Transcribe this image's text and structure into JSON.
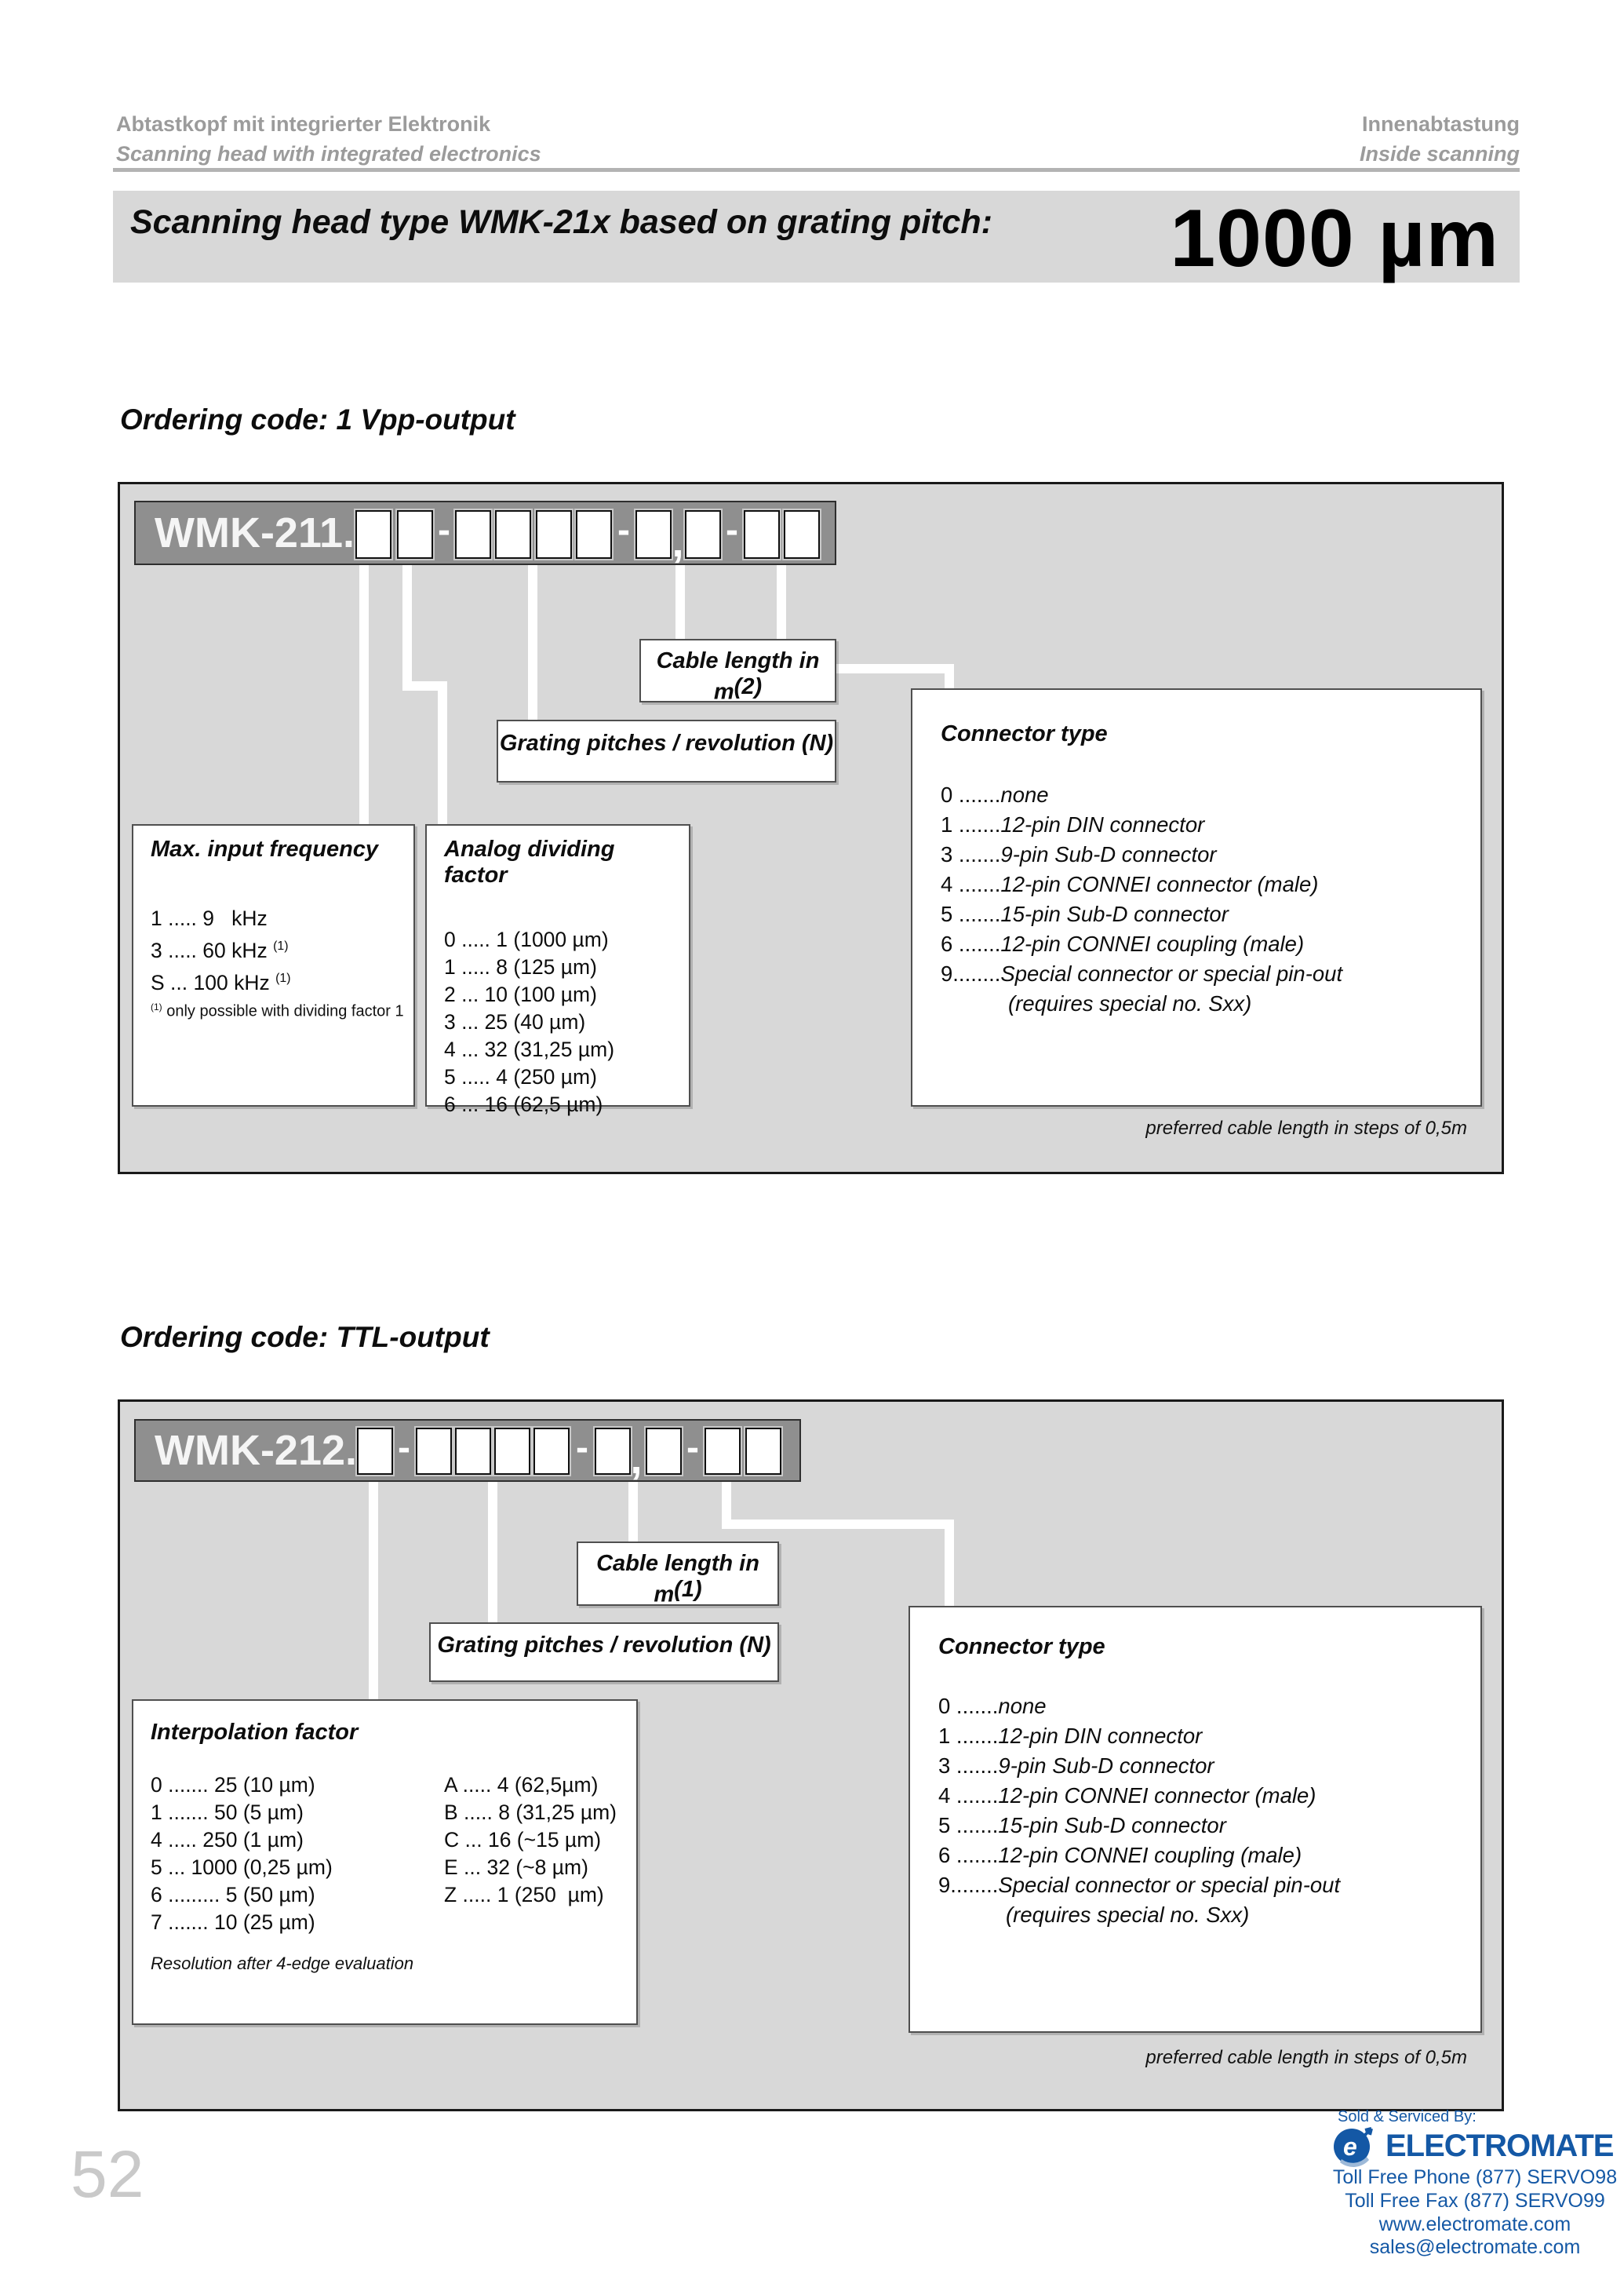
{
  "header": {
    "title_de": "Abtastkopf mit integrierter Elektronik",
    "title_en": "Scanning head with integrated electronics",
    "right_de": "Innenabtastung",
    "right_en": "Inside scanning"
  },
  "banner": {
    "label": "Scanning head type WMK-21x based on grating pitch:",
    "pitch": "1000 µm"
  },
  "vpp_section": {
    "heading": "Ordering code: 1 Vpp-output",
    "code_prefix": "WMK-211.",
    "separators": {
      "dash": "-",
      "comma": ","
    },
    "cable_label": {
      "text": "Cable length in m",
      "sup": "(2)"
    },
    "grating_label": "Grating pitches / revolution (N)",
    "connector": {
      "title": "Connector type",
      "options": [
        {
          "code": "0 .......",
          "label": "none",
          "label2": ""
        },
        {
          "code": "1 .......",
          "label": "12-pin DIN connector",
          "label2": ""
        },
        {
          "code": "3 .......",
          "label": "9-pin Sub-D connector",
          "label2": ""
        },
        {
          "code": "4 .......",
          "label": "12-pin CONNEI connector (male)",
          "label2": ""
        },
        {
          "code": "5 .......",
          "label": "15-pin Sub-D connector",
          "label2": ""
        },
        {
          "code": "6 .......",
          "label": "12-pin CONNEI coupling (male)",
          "label2": ""
        },
        {
          "code": "9........",
          "label": "Special connector or special pin-out",
          "label2": "(requires special no. Sxx)"
        }
      ]
    },
    "max_freq": {
      "title": "Max. input frequency",
      "options": [
        {
          "pre": "1 ..... 9   kHz",
          "sup": ""
        },
        {
          "pre": "3 ..... 60 kHz ",
          "sup": "(1)"
        },
        {
          "pre": "S ... 100 kHz ",
          "sup": "(1)"
        }
      ],
      "footnote_sup": "(1)",
      "footnote": " only possible with dividing factor 1"
    },
    "dividing": {
      "title": "Analog dividing factor",
      "options": [
        "0 ..... 1 (1000 µm)",
        "1 ..... 8 (125 µm)",
        "2 ... 10 (100 µm)",
        "3 ... 25 (40 µm)",
        "4 ... 32 (31,25 µm)",
        "5 ..... 4 (250 µm)",
        "6 ... 16 (62,5 µm)"
      ]
    },
    "note": "preferred cable length in steps of 0,5m"
  },
  "ttl_section": {
    "heading": "Ordering code: TTL-output",
    "code_prefix": "WMK-212.",
    "separators": {
      "dash": "-",
      "comma": ","
    },
    "cable_label": {
      "text": "Cable length in m",
      "sup": "(1)"
    },
    "grating_label": "Grating pitches / revolution (N)",
    "connector": {
      "title": "Connector type",
      "options": [
        {
          "code": "0 .......",
          "label": "none",
          "label2": ""
        },
        {
          "code": "1 .......",
          "label": "12-pin DIN connector",
          "label2": ""
        },
        {
          "code": "3 .......",
          "label": "9-pin Sub-D connector",
          "label2": ""
        },
        {
          "code": "4 .......",
          "label": "12-pin CONNEI connector (male)",
          "label2": ""
        },
        {
          "code": "5 .......",
          "label": "15-pin Sub-D connector",
          "label2": ""
        },
        {
          "code": "6 .......",
          "label": "12-pin CONNEI coupling (male)",
          "label2": ""
        },
        {
          "code": "9........",
          "label": "Special connector or special pin-out",
          "label2": "(requires special no. Sxx)"
        }
      ]
    },
    "interpolation": {
      "title": "Interpolation factor",
      "col1": [
        "0 ....... 25 (10 µm)",
        "1 ....... 50 (5 µm)",
        "4 ..... 250 (1 µm)",
        "5 ... 1000 (0,25 µm)",
        "6 ......... 5 (50 µm)",
        "7 ....... 10 (25 µm)"
      ],
      "col2": [
        "A ..... 4 (62,5µm)",
        "B ..... 8 (31,25 µm)",
        "C ... 16 (~15 µm)",
        "E ... 32 (~8 µm)",
        "Z ..... 1 (250  µm)"
      ],
      "footnote": "Resolution after 4-edge evaluation"
    },
    "note": "preferred cable length in steps of 0,5m"
  },
  "footer": {
    "page_number": "52",
    "sold_by": "Sold & Serviced By:",
    "brand": "ELECTROMATE",
    "phone": "Toll Free Phone  (877) SERVO98",
    "fax": "Toll Free Fax  (877) SERVO99",
    "web": "www.electromate.com",
    "email": "sales@electromate.com"
  },
  "colors": {
    "accent_blue": "#1458a5",
    "panel_gray": "#d8d8d8",
    "bar_gray": "#8f8f8f"
  }
}
